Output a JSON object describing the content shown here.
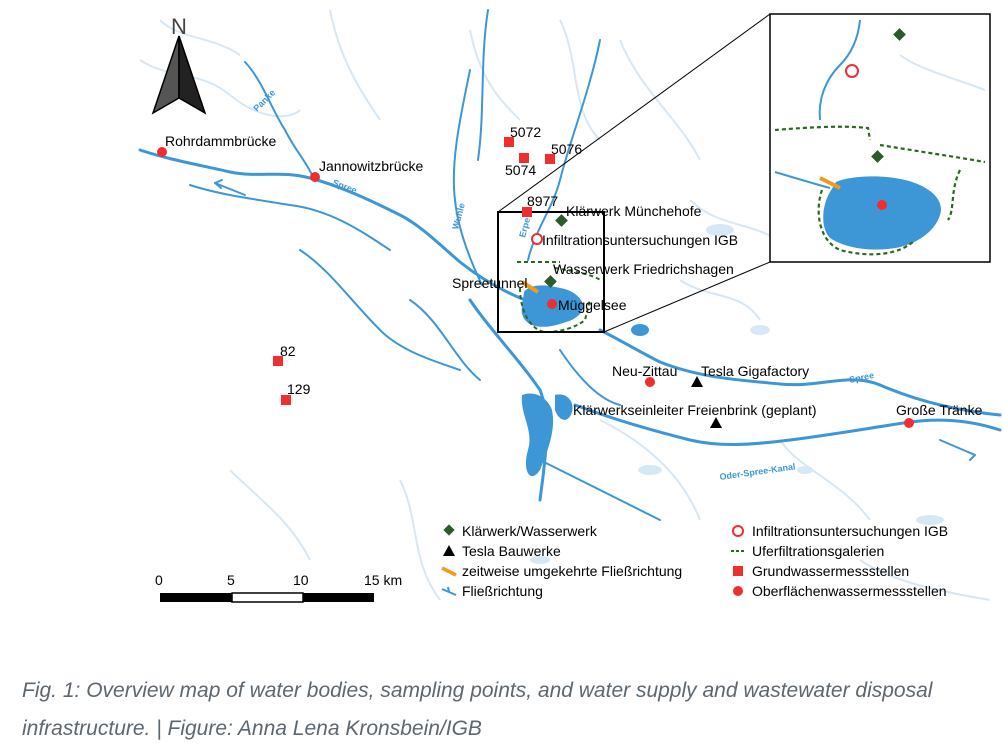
{
  "north_label": "N",
  "rivers": {
    "panke": "Panke",
    "spree_west": "Spree",
    "wuhle": "Wuhle",
    "erpe": "Erpe",
    "spree_east": "Spree",
    "oder_spree_kanal": "Oder-Spree-Kanal"
  },
  "places": {
    "rohrdammbruecke": "Rohrdammbrücke",
    "jannowitzbruecke": "Jannowitzbrücke",
    "gw_5072": "5072",
    "gw_5074": "5074",
    "gw_5076": "5076",
    "gw_8977": "8977",
    "klaerwerk_muenchehofe": "Klärwerk Münchehofe",
    "infiltration_igb": "Infiltrationsuntersuchungen IGB",
    "wasserwerk_friedrichshagen": "Wasserwerk Friedrichshagen",
    "spreetunnel": "Spreetunnel",
    "mueggelsee": "Müggelsee",
    "gw_82": "82",
    "gw_129": "129",
    "neu_zittau": "Neu-Zittau",
    "tesla_gigafactory": "Tesla Gigafactory",
    "klaerwerkseinleiter": "Klärwerkseinleiter Freienbrink (geplant)",
    "grosse_traenke": "Große Tränke"
  },
  "legend": {
    "left": [
      "Klärwerk/Wasserwerk",
      "Tesla Bauwerke",
      "zeitweise umgekehrte Fließrichtung",
      "Fließrichtung"
    ],
    "right": [
      "Infiltrationsuntersuchungen IGB",
      "Uferfiltrationsgalerien",
      "Grundwassermessstellen",
      "Oberflächenwassermessstellen"
    ]
  },
  "scalebar": {
    "ticks": [
      "0",
      "5",
      "10",
      "15 km"
    ]
  },
  "caption": "Fig. 1: Overview map of water bodies, sampling points, and water supply and wastewater disposal infrastructure. | Figure: Anna Lena Kronsbein/IGB",
  "colors": {
    "water": "#3d97d6",
    "water_light": "#c9e2f4",
    "marker_red": "#ef2f2f",
    "station_green": "#2d5a2a",
    "gallery_green": "#2a6a1e",
    "reverse_flow_orange": "#f29a1a"
  }
}
